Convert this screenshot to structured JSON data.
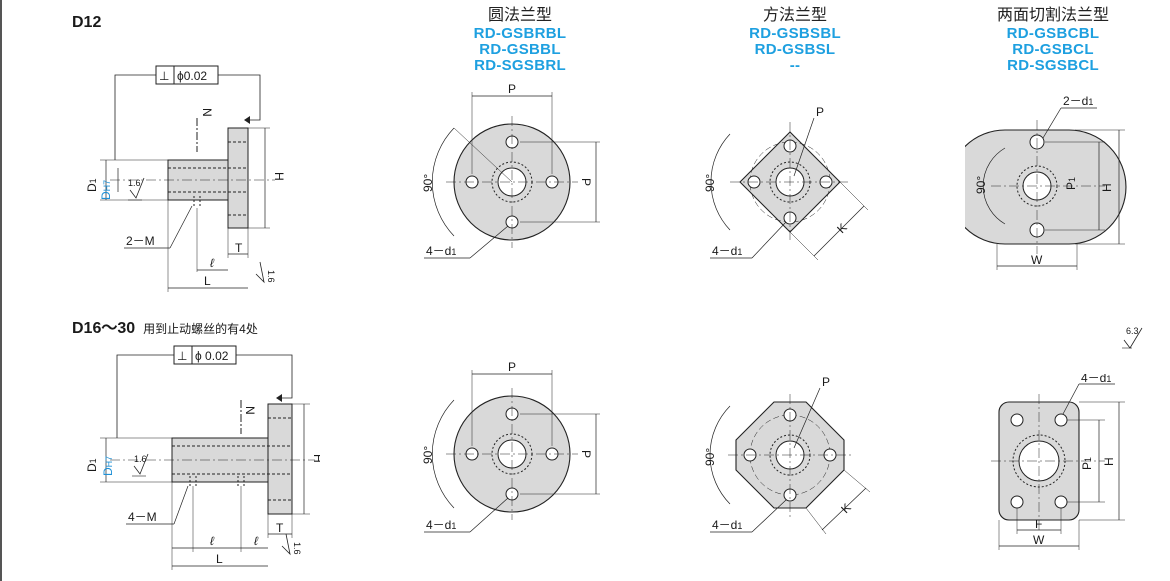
{
  "rows": {
    "d12": {
      "label": "D12",
      "note": ""
    },
    "d16": {
      "label": "D16～30",
      "note": "用到止动螺丝的有4处"
    }
  },
  "types": [
    {
      "name": "圆法兰型",
      "codes": [
        "RD-GSBRBL",
        "RD-GSBBL",
        "RD-SGSBRL"
      ]
    },
    {
      "name": "方法兰型",
      "codes": [
        "RD-GSBSBL",
        "RD-GSBSL",
        "--"
      ]
    },
    {
      "name": "两面切割法兰型",
      "codes": [
        "RD-GSBCBL",
        "RD-GSBCL",
        "RD-SGSBCL"
      ]
    }
  ],
  "side_view": {
    "tol_symbol": "⊥",
    "tol_value": "ϕ0.02",
    "tol_value_2": "ϕ 0.02",
    "d1": "D",
    "d1_sub": "1",
    "dh": "D",
    "dh_sub": "H7",
    "roughness": "1.6",
    "n": "N",
    "h": "H",
    "t": "T",
    "l_small": "ℓ",
    "l_big": "L",
    "m_d12": "2－M",
    "m_d16": "4－M",
    "edge_rough": "1.6"
  },
  "flange": {
    "p": "P",
    "p1": "P",
    "p1_sub": "1",
    "h": "H",
    "w": "W",
    "f": "F",
    "k": "K",
    "angle": "90°",
    "holes_4": "4－d",
    "holes_2": "2－d",
    "holes_sub": "1"
  },
  "roughness_corner": "6.3"
}
